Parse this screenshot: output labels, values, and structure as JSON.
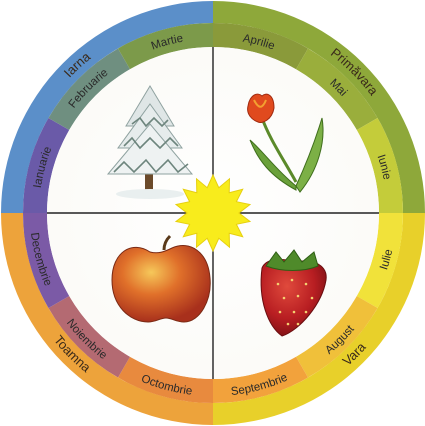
{
  "seasons": [
    {
      "id": "iarna",
      "label": "Iarna",
      "color": "#5b8fc9"
    },
    {
      "id": "primavara",
      "label": "Primăvara",
      "color": "#8ea83a"
    },
    {
      "id": "vara",
      "label": "Vara",
      "color": "#e8d02a"
    },
    {
      "id": "toamna",
      "label": "Toamna",
      "color": "#eda33b"
    }
  ],
  "months": [
    {
      "label": "Ianuarie",
      "color": "#6a5aa8"
    },
    {
      "label": "Februarie",
      "color": "#6f8f80"
    },
    {
      "label": "Martie",
      "color": "#7c9a4a"
    },
    {
      "label": "Aprilie",
      "color": "#8a9a3a"
    },
    {
      "label": "Mai",
      "color": "#9aae3c"
    },
    {
      "label": "Iunie",
      "color": "#c4cc3a"
    },
    {
      "label": "Iulie",
      "color": "#f1e23a"
    },
    {
      "label": "August",
      "color": "#f0c03a"
    },
    {
      "label": "Septembrie",
      "color": "#f2a23c"
    },
    {
      "label": "Octombrie",
      "color": "#e88a3e"
    },
    {
      "label": "Noiembrie",
      "color": "#b46a72"
    },
    {
      "label": "Decembrie",
      "color": "#7b5aa6"
    }
  ],
  "center": {
    "sun_color": "#f8ec1c"
  },
  "illustrations": [
    {
      "id": "fir-tree",
      "quadrant": "iarna"
    },
    {
      "id": "tulip",
      "quadrant": "primavara"
    },
    {
      "id": "strawberry",
      "quadrant": "vara"
    },
    {
      "id": "apple",
      "quadrant": "toamna"
    }
  ]
}
